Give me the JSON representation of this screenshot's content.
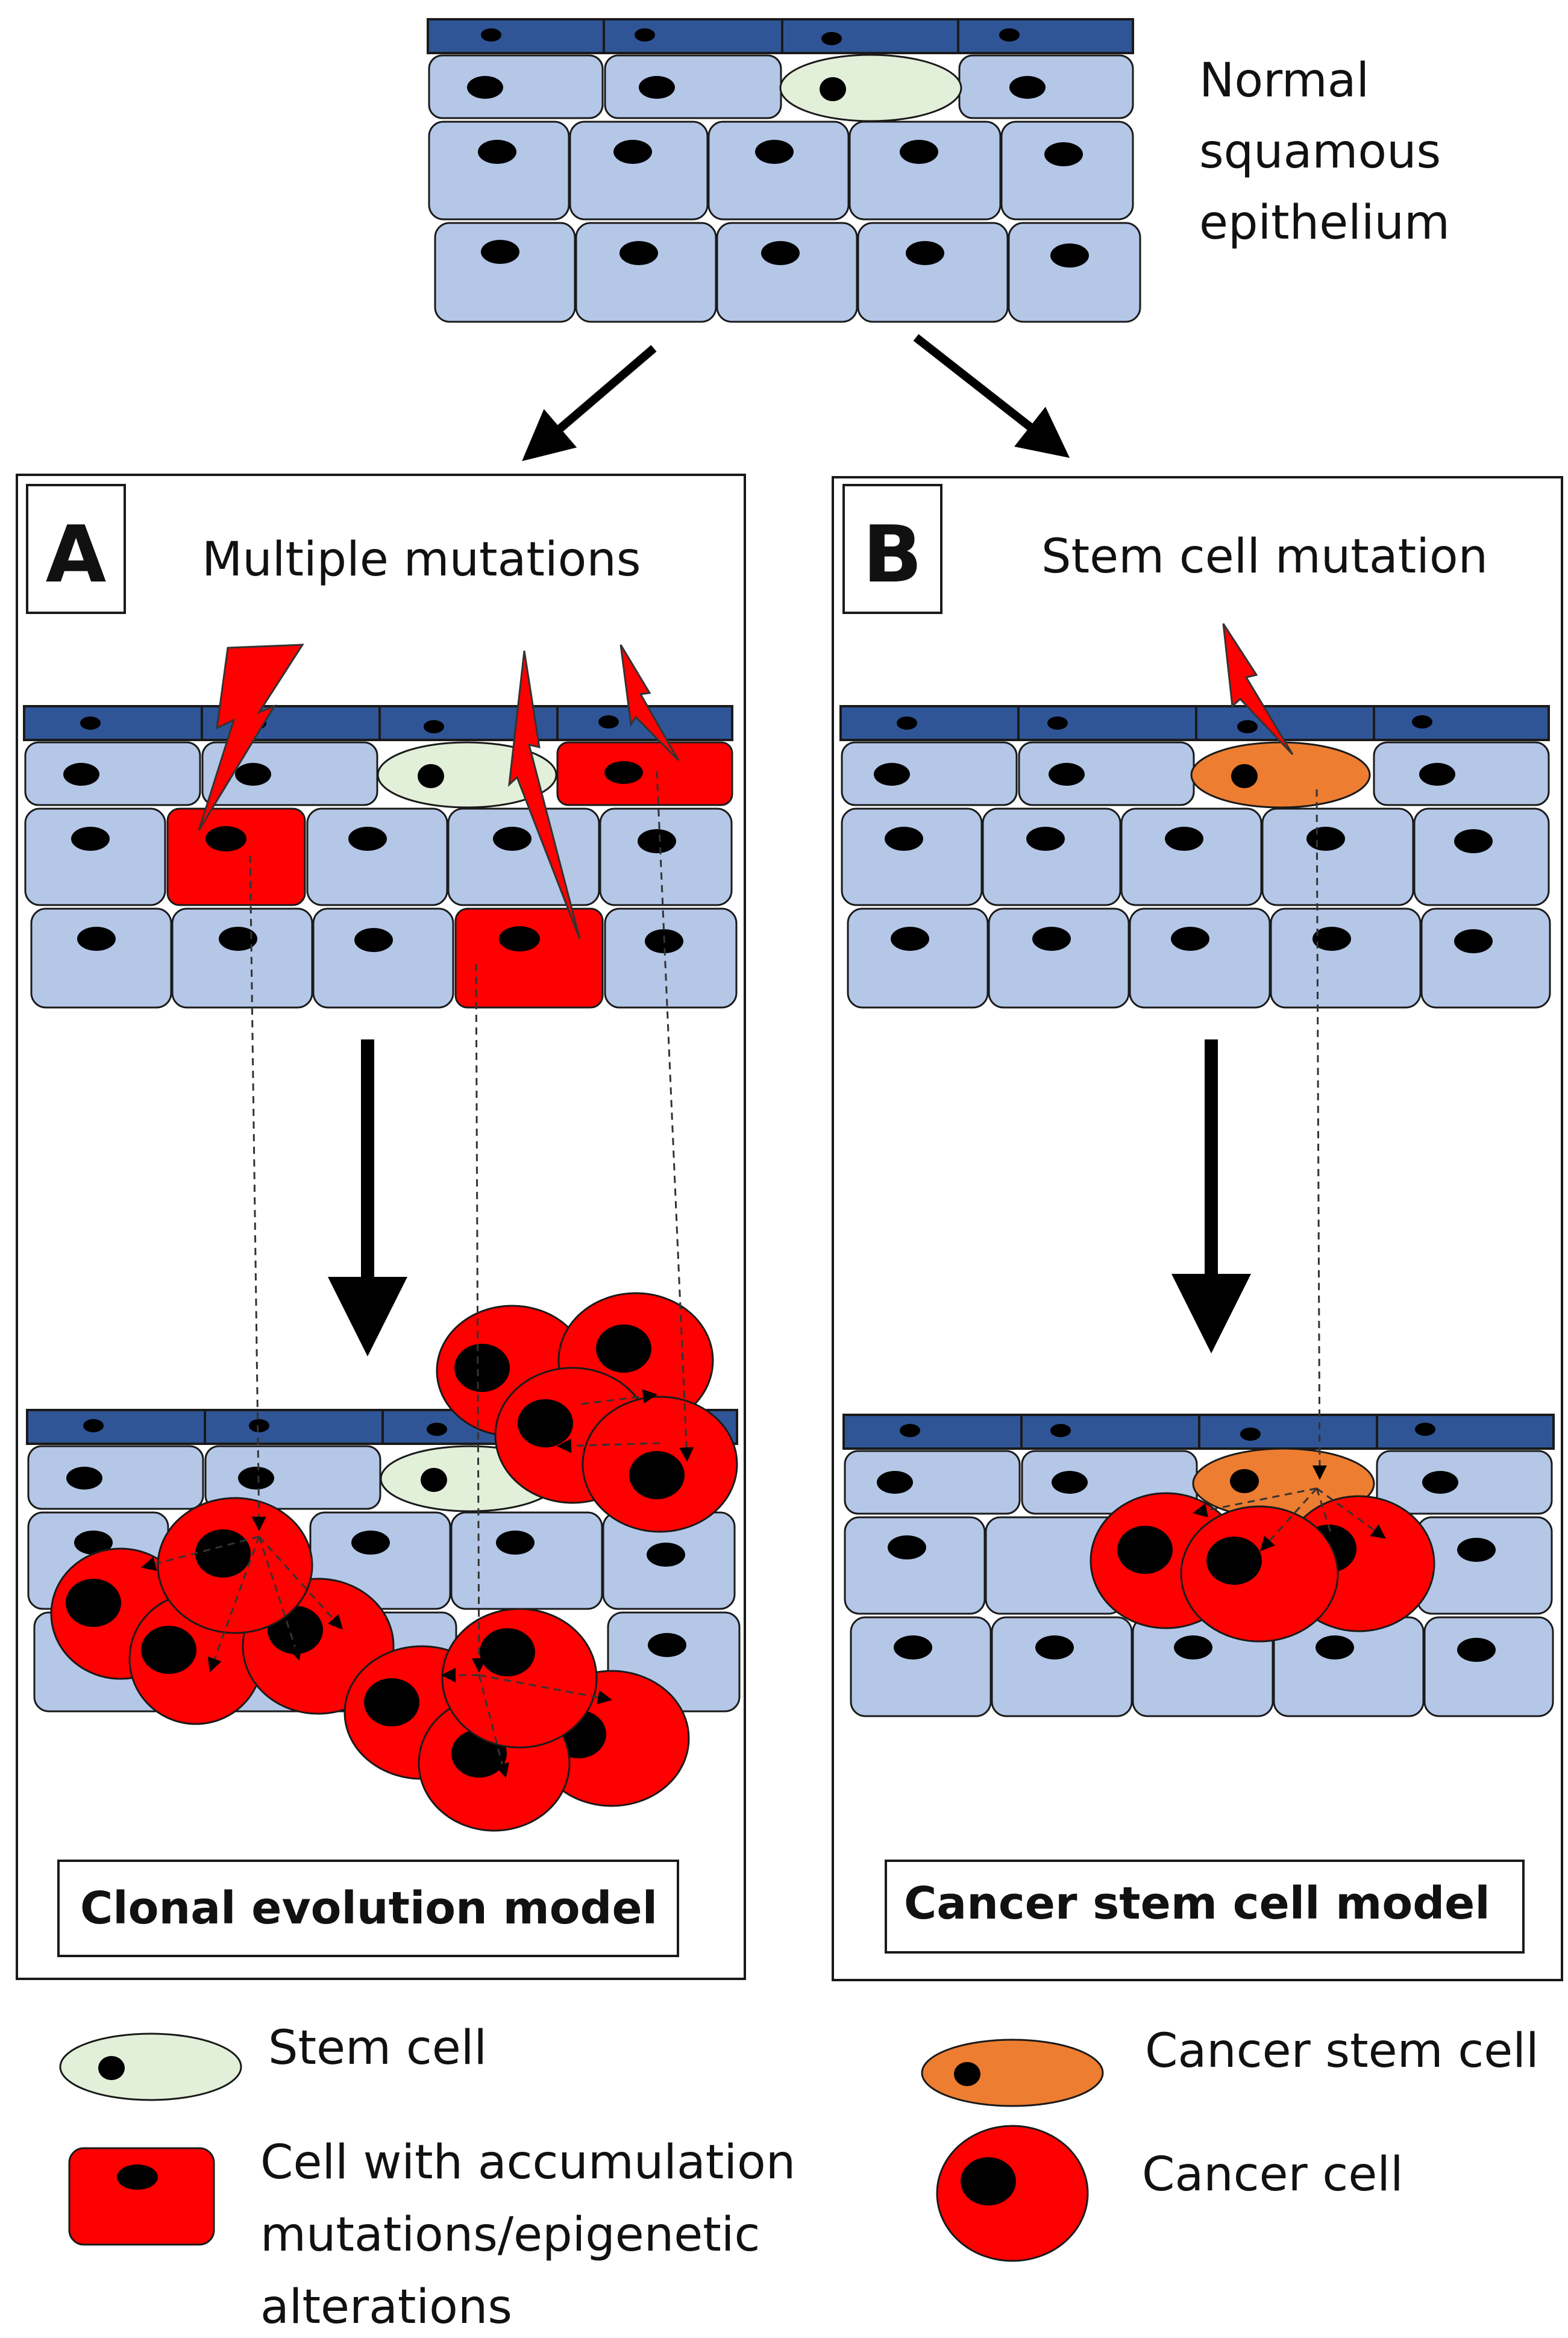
{
  "top": {
    "label_lines": [
      "Normal",
      "squamous",
      "epithelium"
    ]
  },
  "panel_a": {
    "letter": "A",
    "title": "Multiple mutations",
    "model_label": "Clonal evolution model"
  },
  "panel_b": {
    "letter": "B",
    "title": "Stem cell mutation",
    "model_label": "Cancer stem cell model"
  },
  "legend": {
    "stem_cell": "Stem cell",
    "mutated_cell_lines": [
      "Cell with accumulation",
      "mutations/epigenetic",
      "alterations"
    ],
    "cancer_stem_cell": "Cancer stem cell",
    "cancer_cell": "Cancer cell"
  },
  "colors": {
    "basal_layer": "#2f5597",
    "epithelial_cell": "#b4c7e7",
    "stem_cell": "#e2f0d9",
    "mutated_cell": "#ff0000",
    "cancer_stem_cell": "#ed7d31",
    "cancer_cell": "#ff0000",
    "nucleus": "#000000"
  }
}
